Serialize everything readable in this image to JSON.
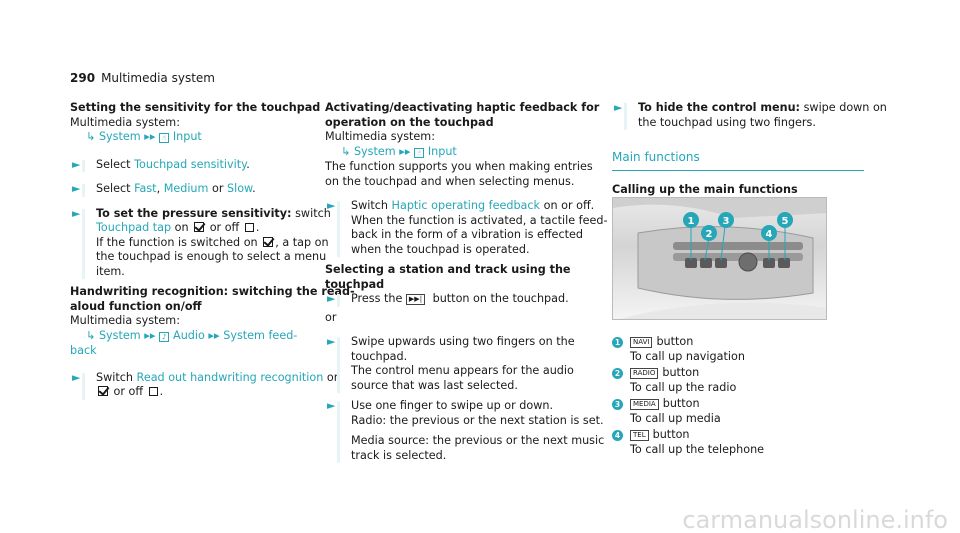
{
  "header": {
    "page_number": "290",
    "title": "Multimedia system"
  },
  "col1": {
    "s1_title": "Setting the sensitivity for the touchpad",
    "s1_intro": "Multimedia system:",
    "s1_path_a": "System",
    "s1_path_b": "Input",
    "s1_step1_pre": "Select ",
    "s1_step1_link": "Touchpad sensitivity",
    "s1_step1_post": ".",
    "s1_step2_pre": "Select ",
    "s1_step2_l1": "Fast",
    "s1_step2_sep1": ", ",
    "s1_step2_l2": "Medium",
    "s1_step2_sep2": " or ",
    "s1_step2_l3": "Slow",
    "s1_step2_post": ".",
    "s1_step3_bold": "To set the pressure sensitivity:",
    "s1_step3_rest": " switch",
    "s1_step3_link": "Touchpad tap",
    "s1_step3_on": " on ",
    "s1_step3_or": " or off ",
    "s1_step3_line3a": "If the function is switched on ",
    "s1_step3_line3b": ", a tap on",
    "s1_step3_line4": "the touchpad is enough to select a menu",
    "s1_step3_line5": "item.",
    "s2_title_1": "Handwriting recognition: switching the read-",
    "s2_title_2": "aloud function on/off",
    "s2_intro": "Multimedia system:",
    "s2_path_a": "System",
    "s2_path_b": "Audio",
    "s2_path_c": "System feed-",
    "s2_path_d": "back",
    "s2_step_pre": "Switch ",
    "s2_step_link": "Read out handwriting recognition",
    "s2_step_on": " on",
    "s2_step_or": " or off "
  },
  "col2": {
    "s3_title_1": "Activating/deactivating haptic feedback for",
    "s3_title_2": "operation on the touchpad",
    "s3_intro": "Multimedia system:",
    "s3_path_a": "System",
    "s3_path_b": "Input",
    "s3_p1": "The function supports you when making entries",
    "s3_p2": "on the touchpad and when selecting menus.",
    "s3_step_pre": "Switch ",
    "s3_step_link": "Haptic operating feedback",
    "s3_step_post": " on or off.",
    "s3_step_l2": "When the function is activated, a tactile feed-",
    "s3_step_l3": "back in the form of a vibration is effected",
    "s3_step_l4": "when the touchpad is operated.",
    "s4_title_1": "Selecting a station and track using the",
    "s4_title_2": "touchpad",
    "s4_step1_pre": "Press the ",
    "s4_step1_post": " button on the touchpad.",
    "s4_or": "or",
    "s4_step2_l1": "Swipe upwards using two fingers on the",
    "s4_step2_l2": "touchpad.",
    "s4_step2_l3": "The control menu appears for the audio",
    "s4_step2_l4": "source that was last selected.",
    "s4_step3_l1": "Use one finger to swipe up or down.",
    "s4_step3_l2": "Radio: the previous or the next station is set.",
    "s4_step3_l3": "Media source: the previous or the next music",
    "s4_step3_l4": "track is selected."
  },
  "col3": {
    "s5_bold": "To hide the control menu:",
    "s5_rest": " swipe down on",
    "s5_l2": "the touchpad using two fingers.",
    "section_title": "Main functions",
    "sub_title": "Calling up the main functions",
    "legend": [
      {
        "num": "1",
        "key": "NAVI",
        "label": "button",
        "desc": "To call up navigation"
      },
      {
        "num": "2",
        "key": "RADIO",
        "label": "button",
        "desc": "To call up the radio"
      },
      {
        "num": "3",
        "key": "MEDIA",
        "label": "button",
        "desc": "To call up media"
      },
      {
        "num": "4",
        "key": "TEL",
        "label": "button",
        "desc": "To call up the telephone"
      }
    ],
    "callouts": [
      "1",
      "2",
      "3",
      "4",
      "5"
    ]
  },
  "watermark": "carmanualsonline.info"
}
